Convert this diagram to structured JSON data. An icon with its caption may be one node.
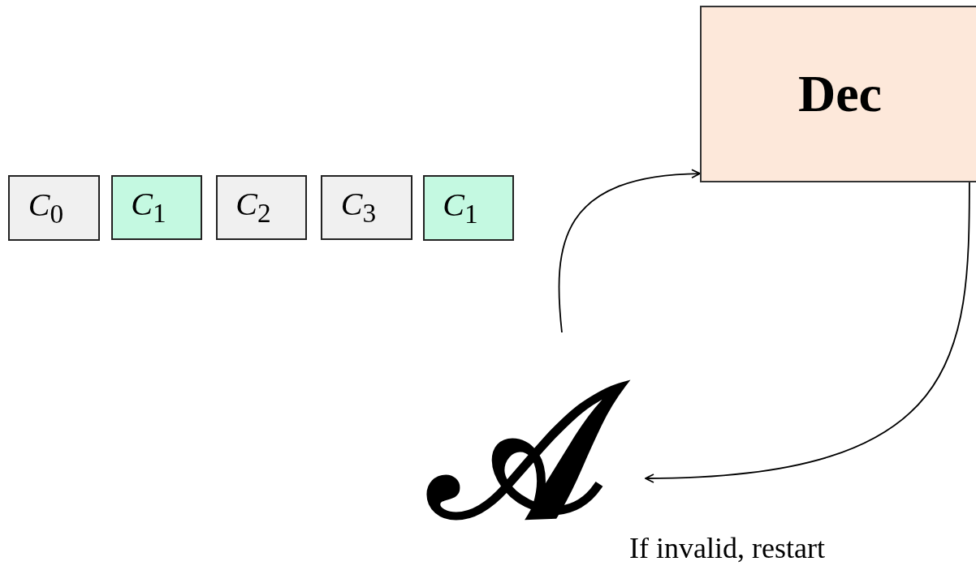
{
  "diagram": {
    "nodes": [
      {
        "text": [
          "*C*$_{0}$"
        ]
      },
      {
        "text": [
          "*C*$_{1}$"
        ]
      },
      {
        "text": [
          "*C*$_{2}$"
        ]
      },
      {
        "text": [
          "*C*$_{3}$"
        ]
      },
      {
        "text": [
          "*C*$_{1}$"
        ]
      },
      {
        "text": [
          "Dec"
        ]
      },
      {
        "text": [
          "𝒜"
        ]
      }
    ],
    "edges": [
      {
        "from": 6,
        "to": 5,
        "arrow": "to"
      },
      {
        "from": 5,
        "to": 6,
        "arrow": "to",
        "label": "If invalid, restart"
      }
    ]
  }
}
